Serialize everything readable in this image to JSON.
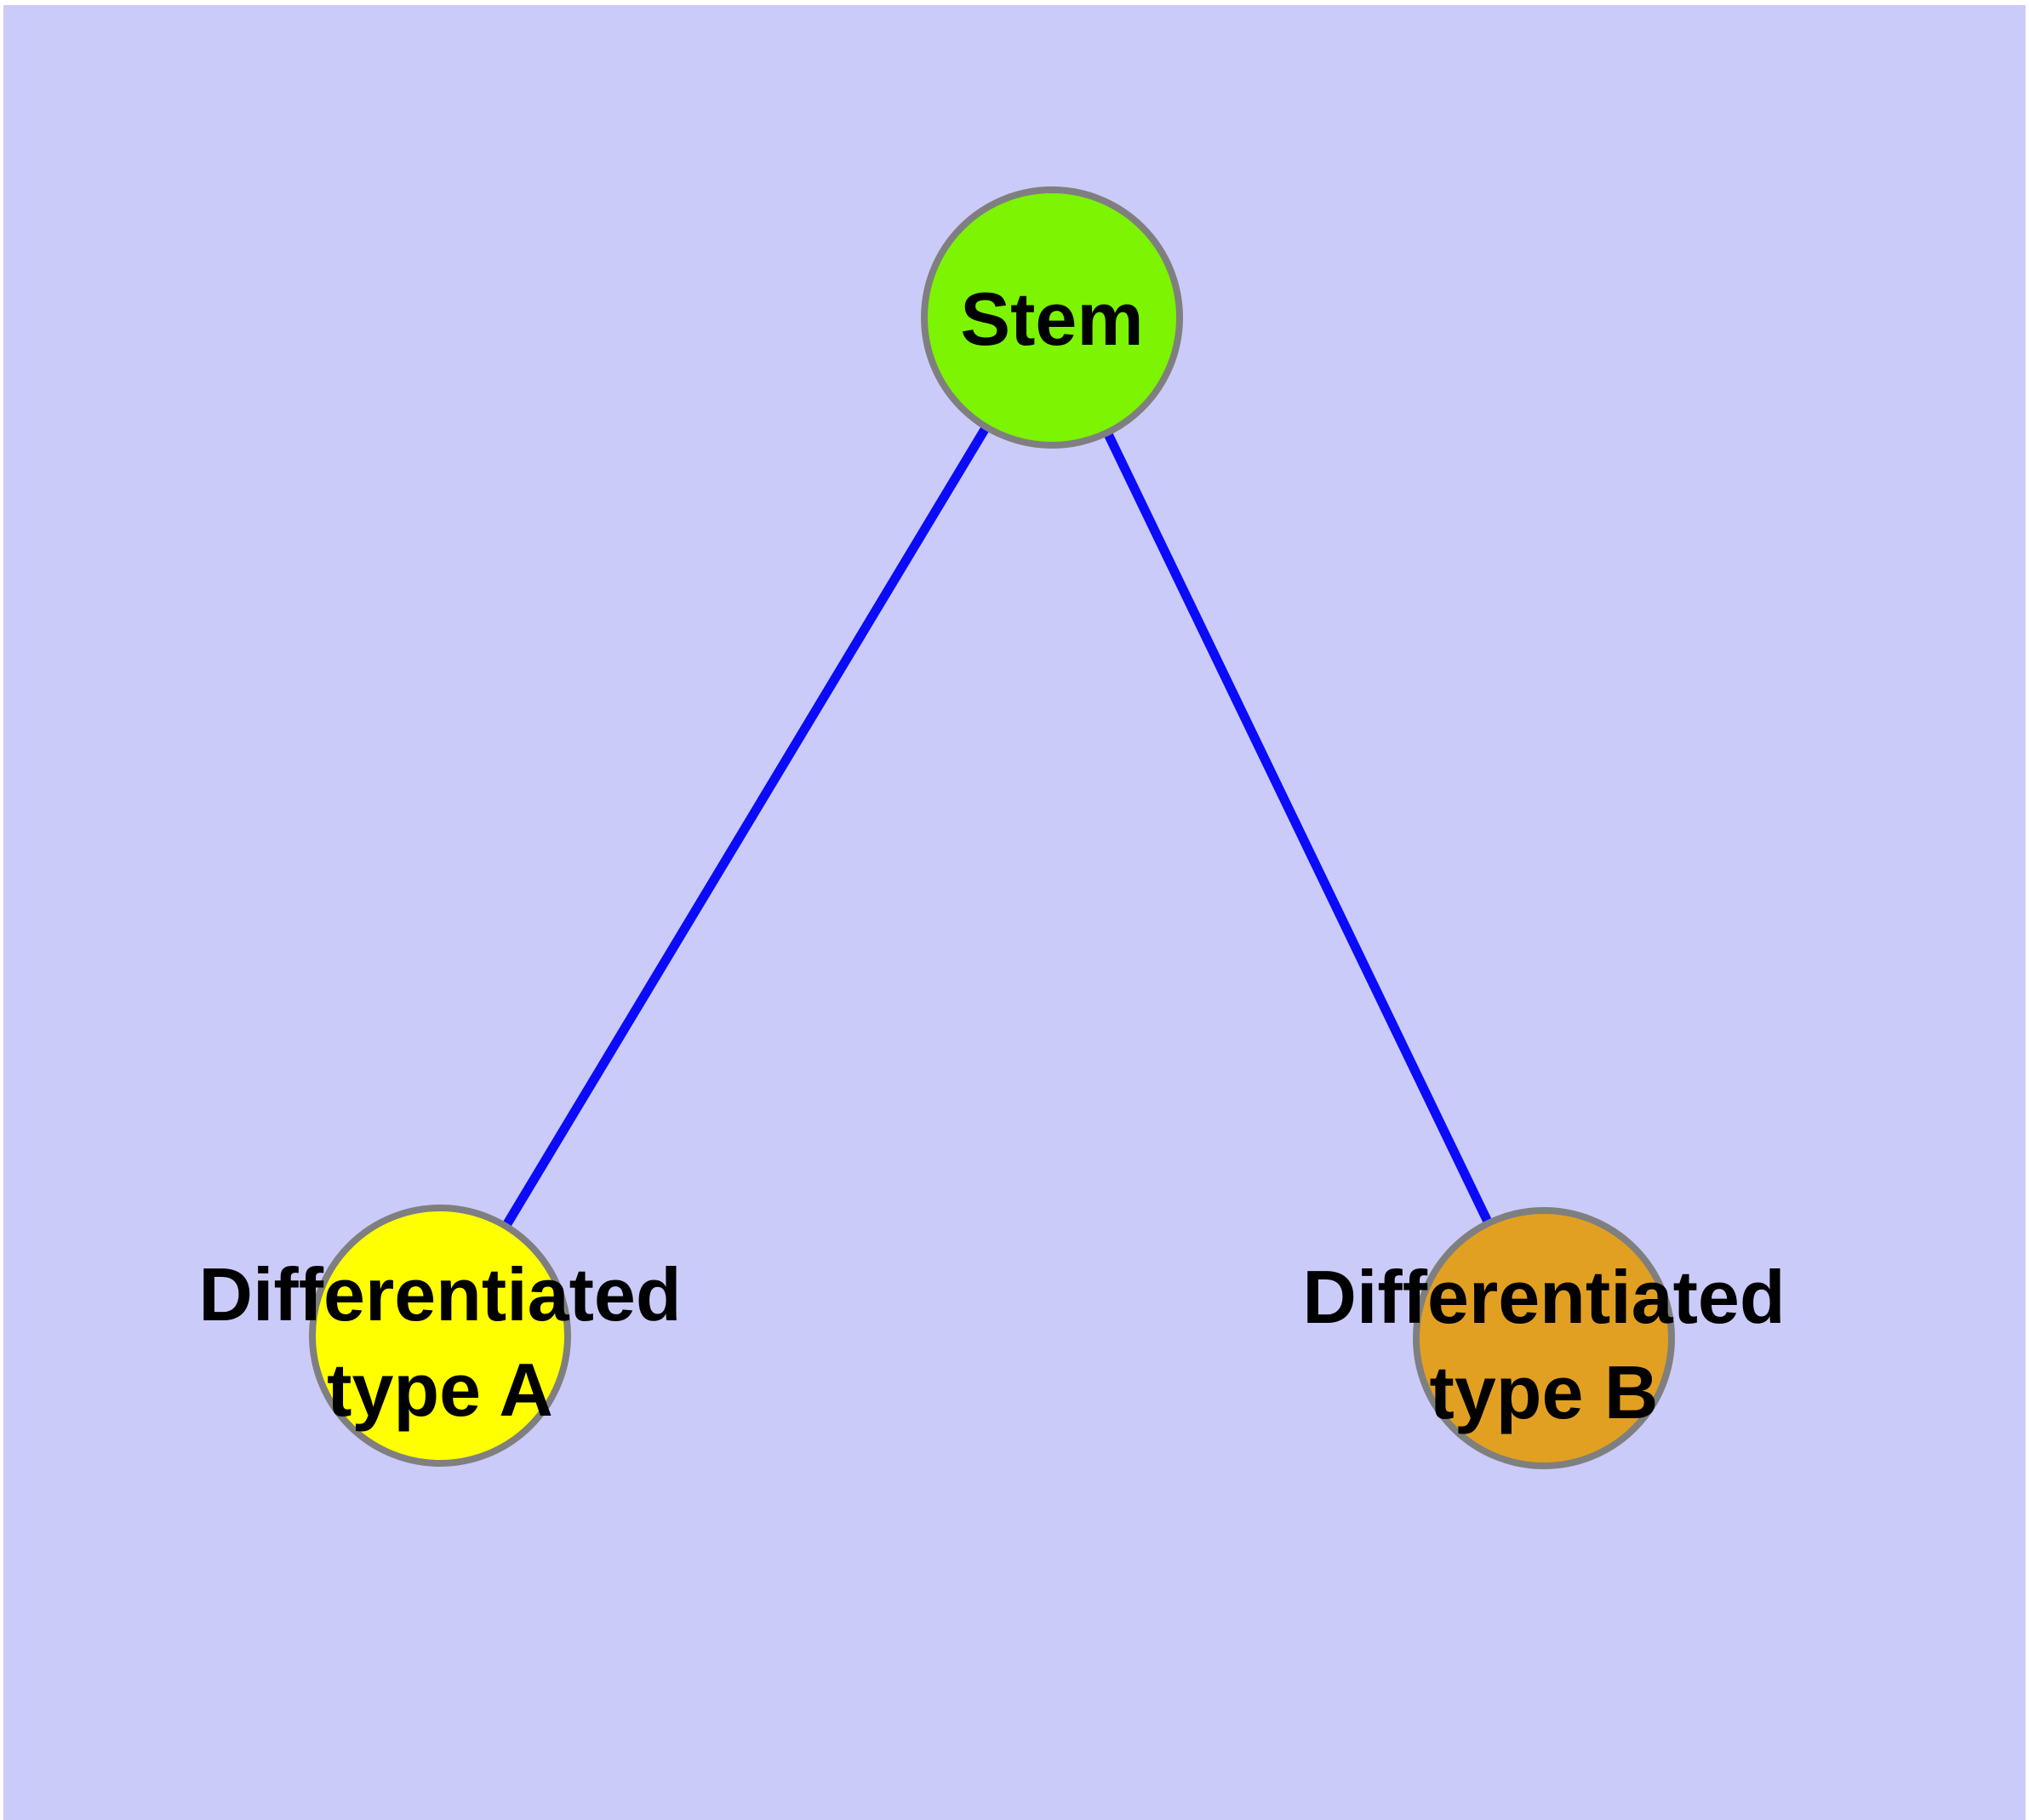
{
  "diagram": {
    "title": "",
    "background_color": "#CBCBFA",
    "frame_color": "#FFFFFF",
    "edge_color": "#0B0BFA",
    "node_border_color": "#7F7F7F",
    "label_color": "#000000",
    "nodes": [
      {
        "id": "stem",
        "label_lines": [
          "Stem"
        ],
        "color": "#7CF402"
      },
      {
        "id": "differentiated-type-a",
        "label_lines": [
          "Differentiated",
          "type A"
        ],
        "color": "#FFFF00"
      },
      {
        "id": "differentiated-type-b",
        "label_lines": [
          "Differentiated",
          "type B"
        ],
        "color": "#E2A022"
      }
    ],
    "edges": [
      {
        "from": "stem",
        "to": "differentiated-type-a"
      },
      {
        "from": "stem",
        "to": "differentiated-type-b"
      }
    ]
  }
}
